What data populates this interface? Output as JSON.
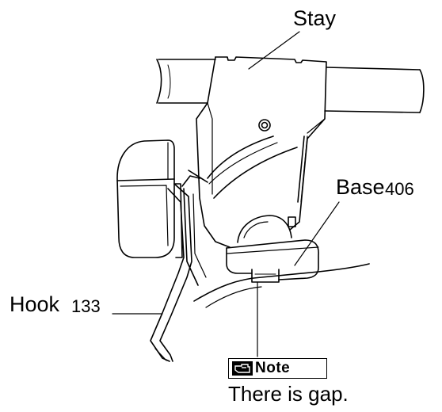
{
  "labels": {
    "stay": "Stay",
    "base": "Base",
    "base_num": "406",
    "hook": "Hook",
    "hook_num": "133",
    "note": "Note",
    "caption": "There is gap."
  },
  "icons": {
    "note": "pointing-hand-icon"
  },
  "colors": {
    "line": "#000000",
    "background": "#ffffff"
  }
}
